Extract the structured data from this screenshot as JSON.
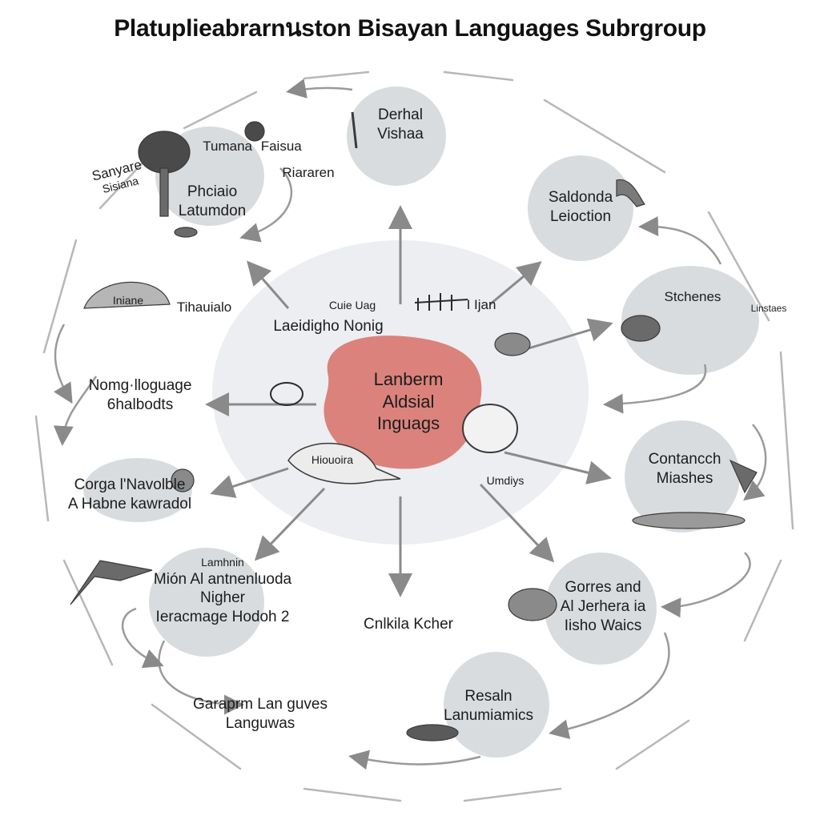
{
  "title": "Platuplieabrarnนston Bisayan Languages Subrgroup",
  "center": {
    "lines": [
      "Lanberm",
      "Aldsial",
      "Inguags"
    ],
    "fill": "#d9756f"
  },
  "nodes": {
    "top": [
      "Derhal",
      "Vishaa"
    ],
    "upper_left_top": [
      "Tumana",
      "Faisua"
    ],
    "upper_left_mid": [
      "Phciaio",
      "Latumdon"
    ],
    "upper_left_side": [
      "Sanyare",
      "Sisiana"
    ],
    "upper_left_right": "Riararen",
    "upper_right": [
      "Saldonda",
      "Leioction"
    ],
    "right_upper": "Stchenes",
    "right_upper_tag": "Linstaes",
    "right_mid": [
      "Contancch",
      "Miashes"
    ],
    "right_lower": [
      "Gorres and",
      "Al Jerhera ia",
      "Iisho Waics"
    ],
    "bottom_right": [
      "Resaln",
      "Lanumiamics"
    ],
    "bottom_center": "Cnlkila Kcher",
    "bottom_left": [
      "Garaprm Lan guves",
      "Languwas"
    ],
    "lower_left": [
      "Lamhnin",
      "Mión Al antnenluoda",
      "Nigher",
      "Ieracmage Hodoh 2"
    ],
    "mid_left_lower": [
      "Corga l'Navolble",
      "A Habne kawradol"
    ],
    "mid_left": [
      "Nomg·lloguage",
      "6halbodts"
    ],
    "left_upper": "Tihauialo",
    "left_upper_inner": "Iniane",
    "inner_topleft": "Laeidigho Nonig",
    "inner_topleft_small": "Cuie Uag",
    "inner_topright": "I Ijan",
    "inner_bottom_small": "Hiouoira",
    "inner_bottom_right": "Umdiys"
  },
  "colors": {
    "node_fill": "#d9dcdf",
    "halo_fill": "#eceef2",
    "arrow": "#8a8a8a",
    "ring": "#b7b7b7"
  }
}
